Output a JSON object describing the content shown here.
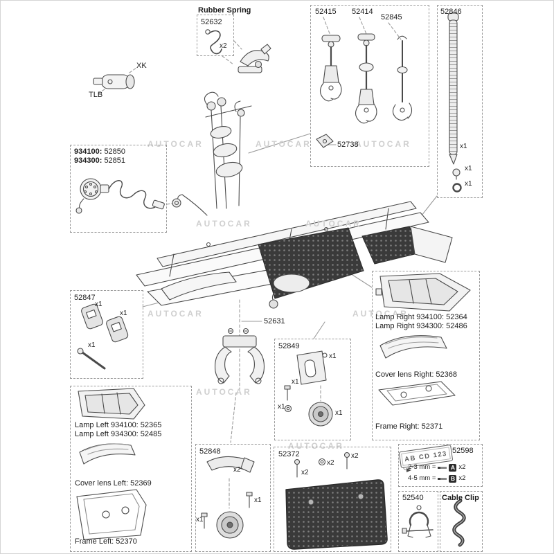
{
  "watermark": "AUTOCAR",
  "rubber_spring": {
    "title": "Rubber Spring",
    "part": "52632",
    "qty": "x2"
  },
  "lock": {
    "xk": "XK",
    "tlb": "TLB"
  },
  "wiring": {
    "code1": "934100:",
    "part1": "52850",
    "code2": "934300:",
    "part2": "52851"
  },
  "clamp_arms": {
    "part_left": "52415",
    "part_mid": "52414",
    "part_right": "52845",
    "part_clip": "52738"
  },
  "strap": {
    "part": "52846",
    "qty_strap": "x1",
    "qty_bolt": "x1",
    "qty_ring": "x1"
  },
  "tensioner": {
    "part": "52847",
    "qty_a": "x1",
    "qty_b": "x1",
    "qty_pin": "x1"
  },
  "center_bracket": {
    "part": "52631"
  },
  "lamp_right": {
    "line1": "Lamp Right 934100: 52364",
    "line2": "Lamp Right 934300: 52486",
    "cover": "Cover lens Right: 52368",
    "frame": "Frame Right: 52371"
  },
  "lamp_left": {
    "line1": "Lamp Left 934100: 52365",
    "line2": "Lamp Left 934300: 52485",
    "cover": "Cover lens Left: 52369",
    "frame": "Frame Left: 52370"
  },
  "wheel_bracket": {
    "part": "52849",
    "qty_bracket": "x1",
    "qty_bolt": "x1",
    "qty_washer": "x1",
    "qty_wheel": "x1"
  },
  "wheel_kit": {
    "part": "52848",
    "qty_fender": "x2",
    "qty_bolt": "x1",
    "qty_axle": "x1"
  },
  "ramp_plate": {
    "part": "52372",
    "qty_screw1": "x2",
    "qty_washer": "x2",
    "qty_screw2": "x2"
  },
  "plate_adapter": {
    "part": "52598",
    "plate_text": "AB CD 123",
    "row1": {
      "label": "2-3 mm =",
      "letter": "A",
      "qty": "x2"
    },
    "row2": {
      "label": "4-5 mm =",
      "letter": "B",
      "qty": "x2"
    }
  },
  "small_clamp": {
    "part": "52540"
  },
  "cable_clip": {
    "title": "Cable Clip"
  }
}
